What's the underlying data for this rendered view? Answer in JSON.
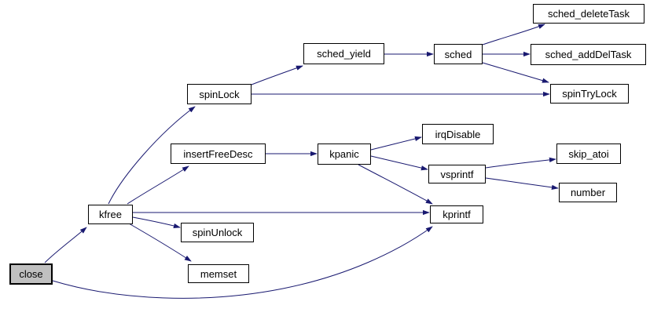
{
  "diagram": {
    "type": "call-graph",
    "root_function": "close",
    "colors": {
      "background": "#ffffff",
      "edge": "#191970",
      "node_border": "#000000",
      "node_fill": "#ffffff",
      "root_node_fill": "#c0c0c0",
      "text": "#000000"
    },
    "nodes": [
      {
        "id": "close",
        "label": "close",
        "highlight": true
      },
      {
        "id": "kfree",
        "label": "kfree",
        "highlight": false
      },
      {
        "id": "spinLock",
        "label": "spinLock",
        "highlight": false
      },
      {
        "id": "sched_yield",
        "label": "sched_yield",
        "highlight": false
      },
      {
        "id": "sched",
        "label": "sched",
        "highlight": false
      },
      {
        "id": "sched_deleteTask",
        "label": "sched_deleteTask",
        "highlight": false
      },
      {
        "id": "sched_addDelTask",
        "label": "sched_addDelTask",
        "highlight": false
      },
      {
        "id": "spinTryLock",
        "label": "spinTryLock",
        "highlight": false
      },
      {
        "id": "insertFreeDesc",
        "label": "insertFreeDesc",
        "highlight": false
      },
      {
        "id": "kpanic",
        "label": "kpanic",
        "highlight": false
      },
      {
        "id": "irqDisable",
        "label": "irqDisable",
        "highlight": false
      },
      {
        "id": "vsprintf",
        "label": "vsprintf",
        "highlight": false
      },
      {
        "id": "skip_atoi",
        "label": "skip_atoi",
        "highlight": false
      },
      {
        "id": "number",
        "label": "number",
        "highlight": false
      },
      {
        "id": "kprintf",
        "label": "kprintf",
        "highlight": false
      },
      {
        "id": "spinUnlock",
        "label": "spinUnlock",
        "highlight": false
      },
      {
        "id": "memset",
        "label": "memset",
        "highlight": false
      }
    ],
    "edges": [
      {
        "from": "close",
        "to": "kfree"
      },
      {
        "from": "close",
        "to": "kprintf"
      },
      {
        "from": "kfree",
        "to": "spinLock"
      },
      {
        "from": "kfree",
        "to": "insertFreeDesc"
      },
      {
        "from": "kfree",
        "to": "kprintf"
      },
      {
        "from": "kfree",
        "to": "spinUnlock"
      },
      {
        "from": "kfree",
        "to": "memset"
      },
      {
        "from": "spinLock",
        "to": "sched_yield"
      },
      {
        "from": "spinLock",
        "to": "spinTryLock"
      },
      {
        "from": "sched_yield",
        "to": "sched"
      },
      {
        "from": "sched",
        "to": "sched_deleteTask"
      },
      {
        "from": "sched",
        "to": "sched_addDelTask"
      },
      {
        "from": "sched",
        "to": "spinTryLock"
      },
      {
        "from": "insertFreeDesc",
        "to": "kpanic"
      },
      {
        "from": "kpanic",
        "to": "irqDisable"
      },
      {
        "from": "kpanic",
        "to": "vsprintf"
      },
      {
        "from": "kpanic",
        "to": "kprintf"
      },
      {
        "from": "vsprintf",
        "to": "skip_atoi"
      },
      {
        "from": "vsprintf",
        "to": "number"
      }
    ]
  }
}
